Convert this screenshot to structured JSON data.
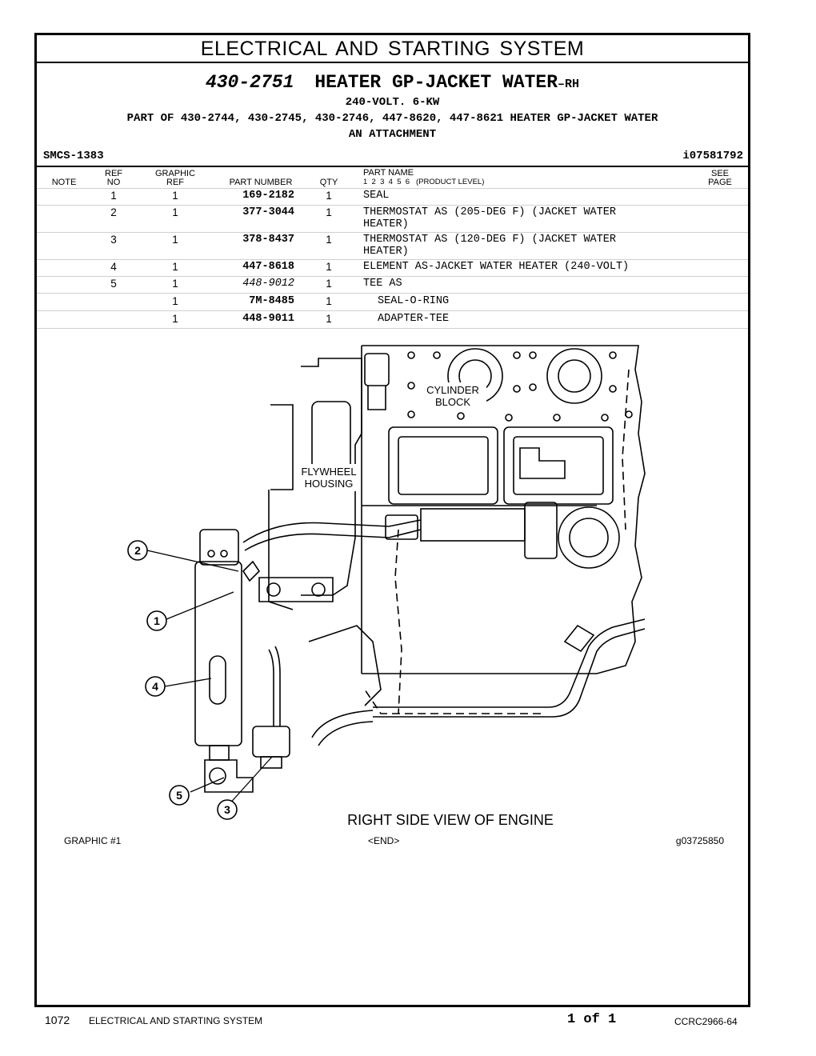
{
  "section_title": "ELECTRICAL AND STARTING SYSTEM",
  "header": {
    "part_number": "430-2751",
    "part_name": "HEATER GP-JACKET WATER",
    "part_suffix": "–RH",
    "line2": "240-VOLT. 6-KW",
    "line3": "PART OF 430-2744, 430-2745, 430-2746, 447-8620, 447-8621 HEATER GP-JACKET WATER",
    "line4": "AN ATTACHMENT",
    "smcs": "SMCS-1383",
    "ident": "i07581792"
  },
  "columns": {
    "note": "NOTE",
    "ref_no_1": "REF",
    "ref_no_2": "NO",
    "graphic_ref_1": "GRAPHIC",
    "graphic_ref_2": "REF",
    "part_number": "PART NUMBER",
    "qty": "QTY",
    "part_name": "PART NAME",
    "levels": "1  2  3  4  5  6   (PRODUCT LEVEL)",
    "see_page_1": "SEE",
    "see_page_2": "PAGE"
  },
  "parts": [
    {
      "ref": "1",
      "graphic": "1",
      "part_number": "169-2182",
      "qty": "1",
      "name": "SEAL"
    },
    {
      "ref": "2",
      "graphic": "1",
      "part_number": "377-3044",
      "qty": "1",
      "name": "THERMOSTAT AS (205-DEG F) (JACKET WATER HEATER)"
    },
    {
      "ref": "3",
      "graphic": "1",
      "part_number": "378-8437",
      "qty": "1",
      "name": "THERMOSTAT AS (120-DEG F) (JACKET WATER HEATER)"
    },
    {
      "ref": "4",
      "graphic": "1",
      "part_number": "447-8618",
      "qty": "1",
      "name": "ELEMENT AS-JACKET WATER HEATER (240-VOLT)"
    },
    {
      "ref": "5",
      "graphic": "1",
      "part_number": "448-9012",
      "qty": "1",
      "name": "TEE AS"
    },
    {
      "ref": "",
      "graphic": "1",
      "part_number": "7M-8485",
      "qty": "1",
      "name": "SEAL-O-RING"
    },
    {
      "ref": "",
      "graphic": "1",
      "part_number": "448-9011",
      "qty": "1",
      "name": "ADAPTER-TEE"
    }
  ],
  "illustration": {
    "label_cylinder_1": "CYLINDER",
    "label_cylinder_2": "BLOCK",
    "label_flywheel_1": "FLYWHEEL",
    "label_flywheel_2": "HOUSING",
    "caption": "RIGHT SIDE VIEW OF ENGINE",
    "callouts": [
      "2",
      "1",
      "4",
      "5",
      "3"
    ]
  },
  "graphic_footer": {
    "left": "GRAPHIC #1",
    "center": "<END>",
    "right": "g03725850"
  },
  "page_footer": {
    "page_no": "1072",
    "section": "ELECTRICAL AND STARTING SYSTEM",
    "of": "1 of 1",
    "doc": "CCRC2966-64"
  }
}
